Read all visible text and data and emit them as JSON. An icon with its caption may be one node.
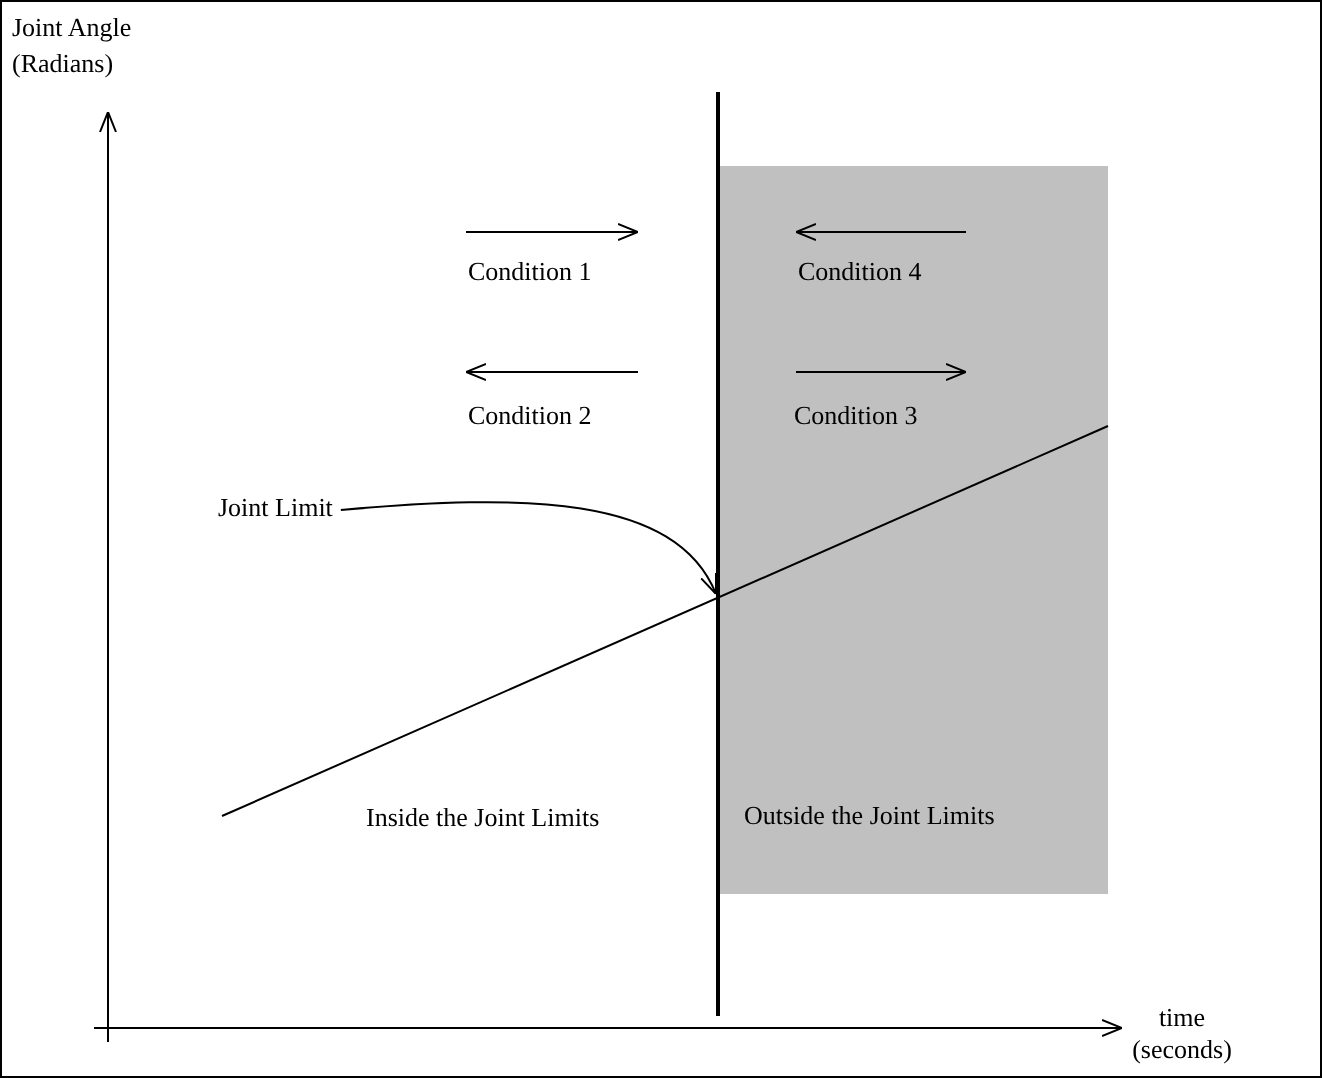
{
  "diagram": {
    "nodes": [
      {
        "text": [
          "Joint Limit"
        ]
      },
      {
        "text": [
          "Condition 4",
          "Condition 3",
          "Outside the Joint Limits"
        ]
      }
    ],
    "edges": [
      {
        "from": 0,
        "to": 1,
        "arrow": "to"
      }
    ],
    "labels": [
      "Joint Angle (Radians)",
      "Condition 1",
      "Condition 2",
      "Inside the Joint Limits",
      "time (seconds)"
    ]
  }
}
